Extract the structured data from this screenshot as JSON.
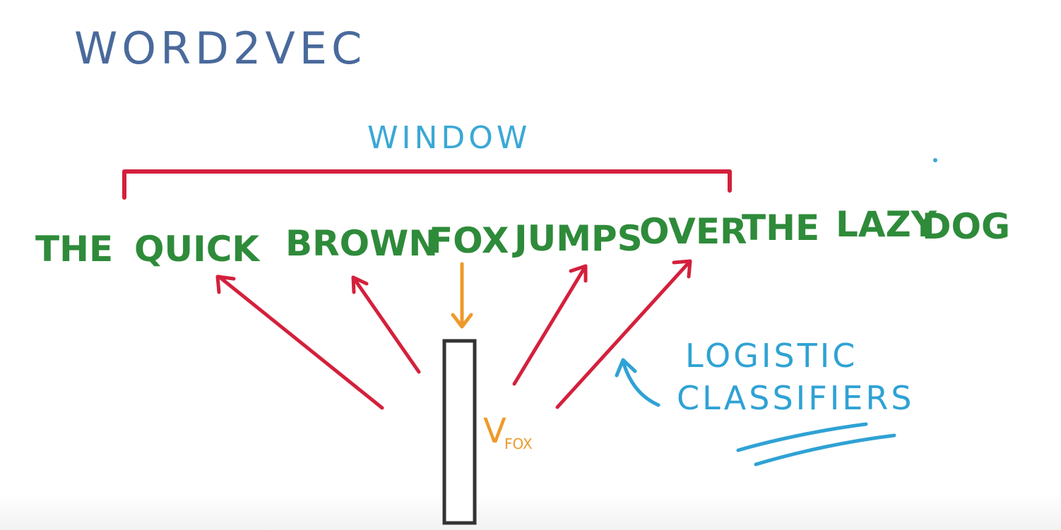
{
  "title": "WORD2VEC",
  "window_label": "WINDOW",
  "sentence": [
    "THE",
    "QUICK",
    "BROWN",
    "FOX",
    "JUMPS",
    "OVER",
    "THE",
    "LAZY",
    "DOG"
  ],
  "vector_label": {
    "main": "V",
    "subscript": "FOX"
  },
  "classifier_note": {
    "line1": "LOGISTIC",
    "line2": "CLASSIFIERS"
  },
  "colors": {
    "title": "#4a6a9c",
    "window": "#3aa8d6",
    "sentence": "#2e8b3a",
    "bracket": "#d4203c",
    "context_arrows": "#d4203c",
    "input_arrow": "#ee9a2a",
    "vector_box": "#333333",
    "note": "#2fa2d4"
  }
}
